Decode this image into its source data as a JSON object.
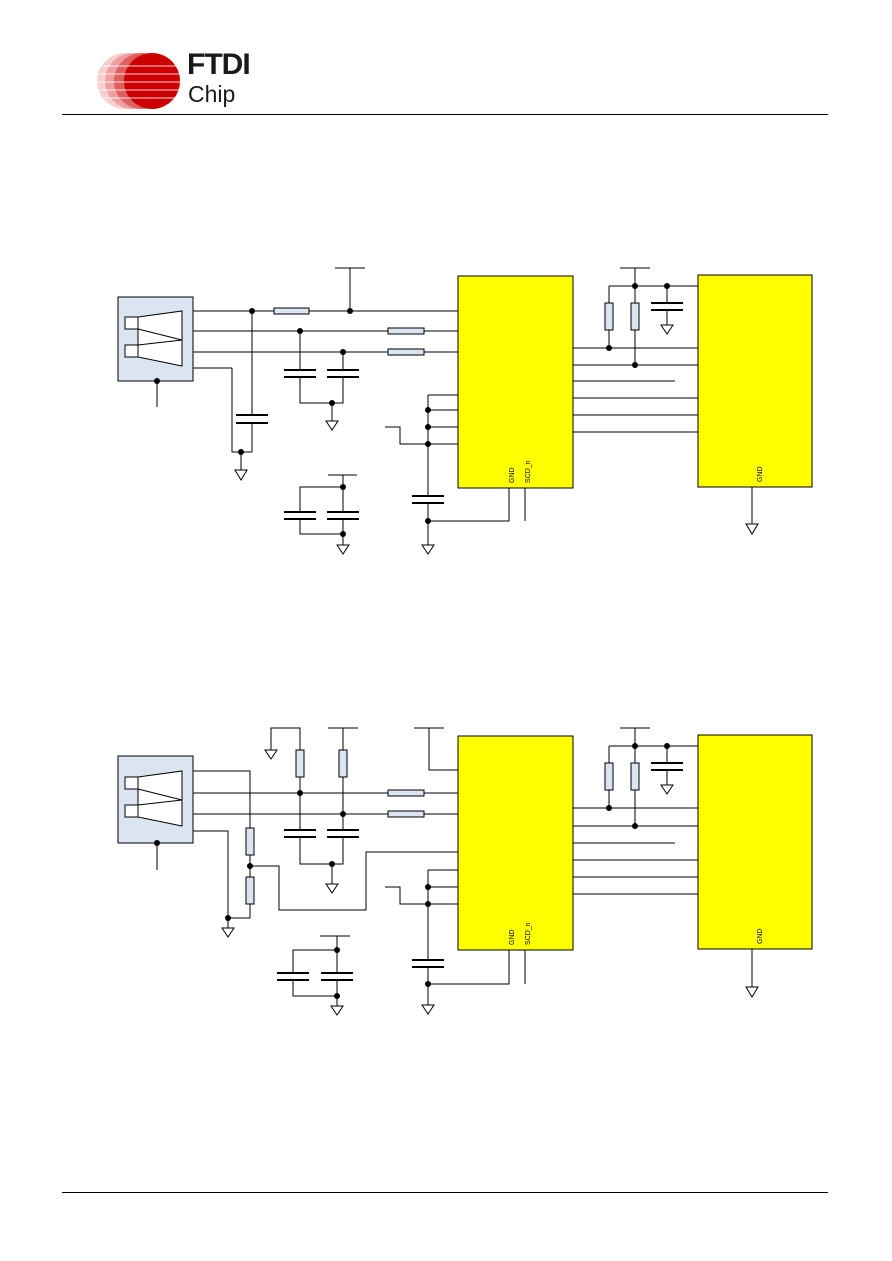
{
  "header": {
    "logo_text_main": "FTDI",
    "logo_text_sub": "Chip",
    "brand_color": "#cc0000"
  },
  "diagrams": [
    {
      "ic_left_labels": [
        "GND",
        "SCD_n"
      ],
      "ic_right_labels": [
        "GND"
      ]
    },
    {
      "ic_left_labels": [
        "GND",
        "SCD_n"
      ],
      "ic_right_labels": [
        "GND"
      ]
    }
  ],
  "colors": {
    "ic_fill": "#ffff00",
    "connector_fill": "#dbe5f1",
    "resistor_fill": "#dbe5f1"
  }
}
